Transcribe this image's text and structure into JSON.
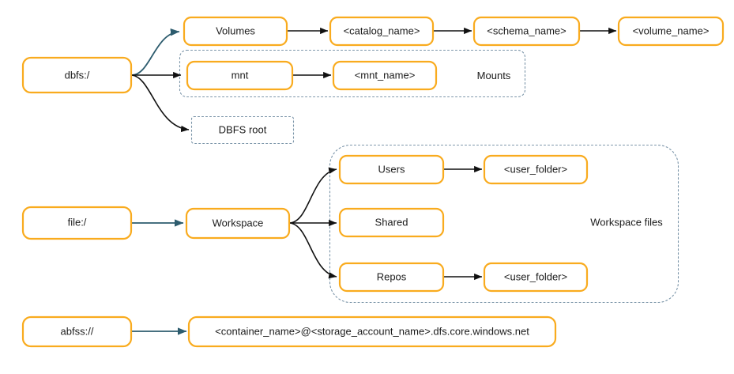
{
  "diagram": {
    "title": "Databricks file system URI scheme diagram",
    "colors": {
      "node_border": "#f9ab1e",
      "node_fill": "#ffffff",
      "group_border": "#7a94a8",
      "edge_black": "#111111",
      "edge_teal": "#2d5c6e",
      "text": "#1b1b1b",
      "background": "#ffffff"
    },
    "nodes": {
      "dbfs_root_scheme": "dbfs:/",
      "volumes": "Volumes",
      "catalog_name": "<catalog_name>",
      "schema_name": "<schema_name>",
      "volume_name": "<volume_name>",
      "mnt": "mnt",
      "mnt_name": "<mnt_name>",
      "dbfs_root": "DBFS root",
      "file_scheme": "file:/",
      "workspace": "Workspace",
      "users": "Users",
      "users_folder": "<user_folder>",
      "shared": "Shared",
      "repos": "Repos",
      "repos_folder": "<user_folder>",
      "abfss_scheme": "abfss://",
      "abfss_target": "<container_name>@<storage_account_name>.dfs.core.windows.net"
    },
    "groups": {
      "mounts": "Mounts",
      "workspace_files": "Workspace files"
    }
  }
}
